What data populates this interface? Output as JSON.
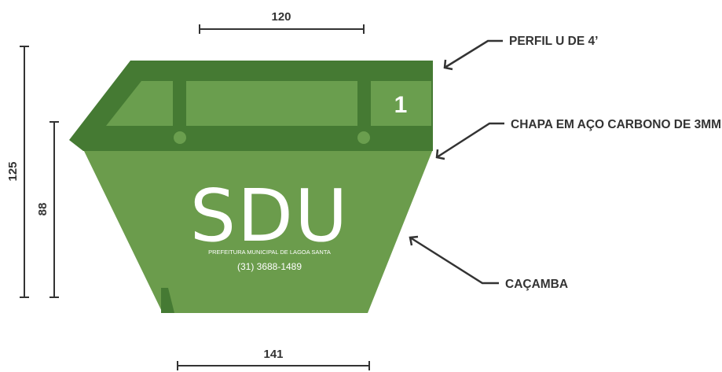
{
  "dimensions": {
    "top_width": "120",
    "bottom_width": "141",
    "total_height": "125",
    "body_height": "88"
  },
  "callouts": {
    "profile": "PERFIL U DE 4’",
    "plate": "CHAPA EM AÇO CARBONO DE 3MM",
    "container": "CAÇAMBA"
  },
  "container": {
    "brand": "SDU",
    "subtitle": "PREFEITURA MUNICIPAL DE LAGOA SANTA",
    "phone": "(31) 3688-1489",
    "number": "1"
  },
  "colors": {
    "dark_green": "#457a33",
    "light_green": "#6a9e4e",
    "body_green": "#6b9c4c",
    "line_color": "#333333"
  }
}
